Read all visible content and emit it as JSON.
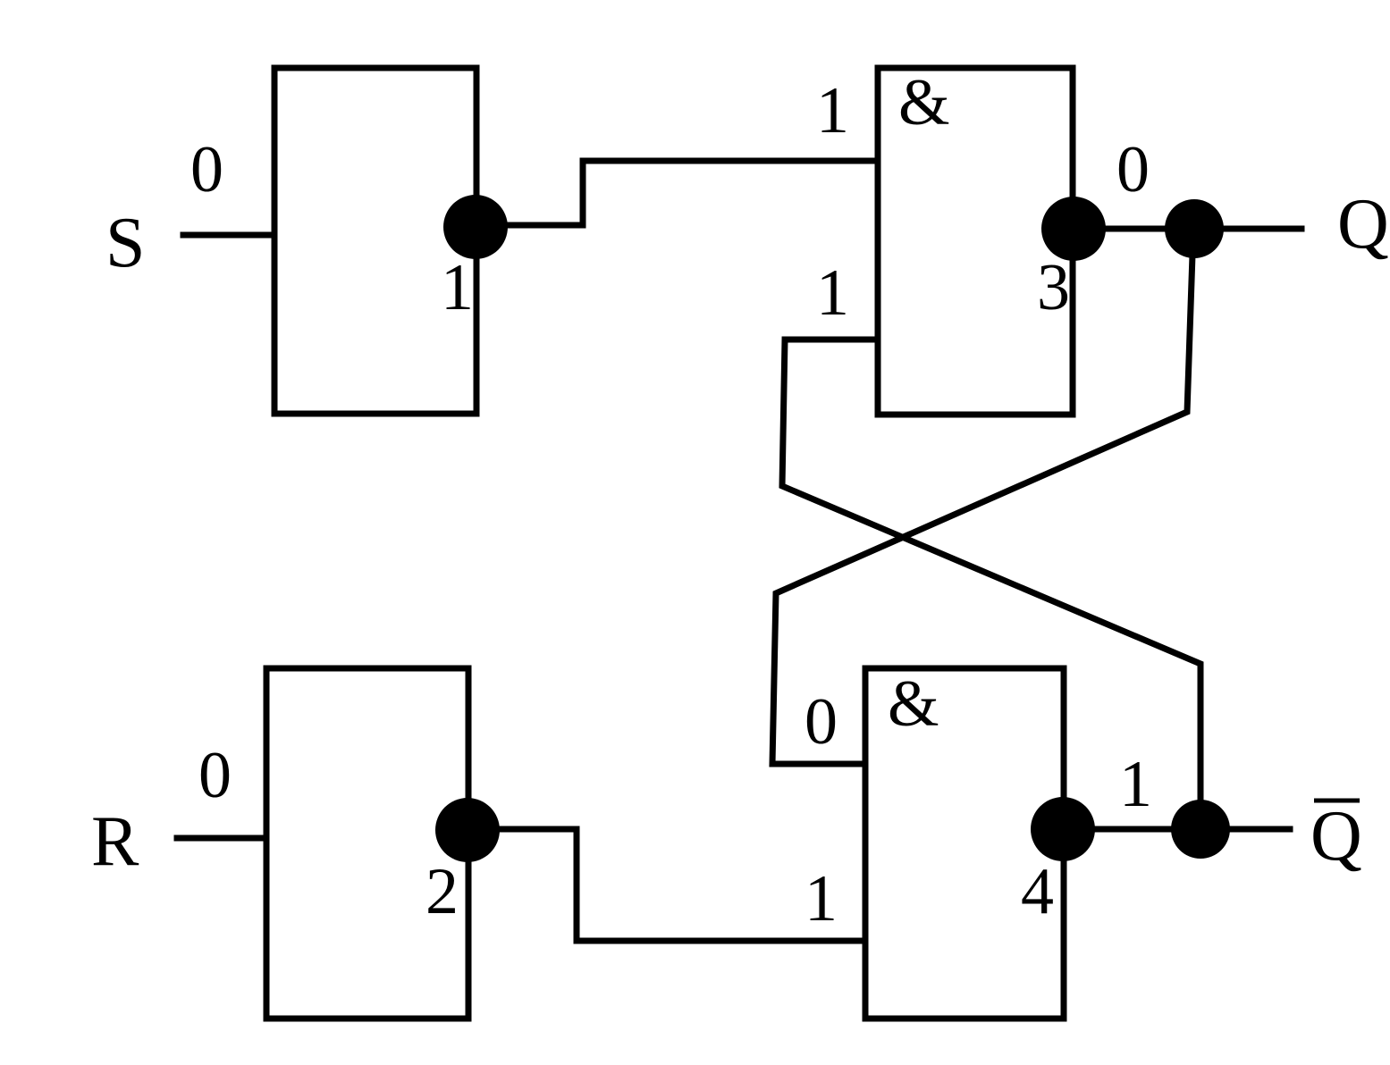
{
  "inputs": {
    "s": "S",
    "r": "R"
  },
  "outputs": {
    "q": "Q",
    "q_bar": "Q"
  },
  "gates": {
    "gate1": {
      "number": "1"
    },
    "gate2": {
      "number": "2"
    },
    "gate3": {
      "number": "3",
      "symbol": "&"
    },
    "gate4": {
      "number": "4",
      "symbol": "&"
    }
  },
  "signal_values": {
    "s_in": "0",
    "r_in": "0",
    "gate3_in_top": "1",
    "gate3_in_bottom": "1",
    "gate3_out": "0",
    "gate4_in_top": "0",
    "gate4_in_bottom": "1",
    "gate4_out": "1"
  }
}
